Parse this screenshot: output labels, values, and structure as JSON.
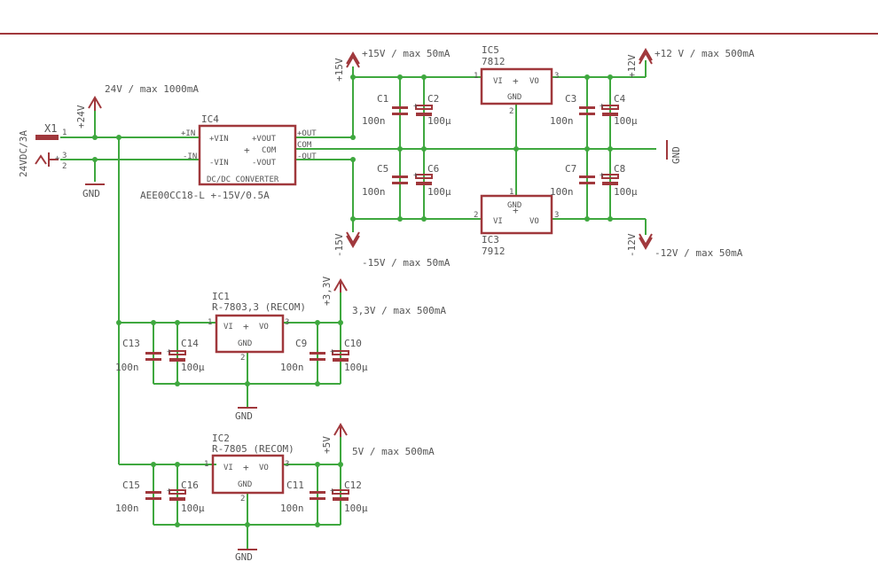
{
  "colors": {
    "component": "#a0383c",
    "wire": "#3fa83f",
    "text": "#555555"
  },
  "connector": {
    "name": "X1",
    "value": "24VDC/3A",
    "pins": [
      "1",
      "3",
      "2"
    ]
  },
  "supply_labels": {
    "p24": "+24V",
    "p24_desc": "24V / max 1000mA",
    "gnd_in": "GND",
    "p15": "+15V",
    "p15_desc": "+15V / max 50mA",
    "m15": "-15V",
    "m15_desc": "-15V / max 50mA",
    "p12": "+12V",
    "p12_desc": "+12 V / max 500mA",
    "m12": "-12V",
    "m12_desc": "-12V / max 50mA",
    "gnd_right": "GND",
    "p33": "+3,3V",
    "p33_desc": "3,3V / max 500mA",
    "gnd_33": "GND",
    "p5": "+5V",
    "p5_desc": "5V / max 500mA",
    "gnd_5": "GND"
  },
  "converter": {
    "name": "IC4",
    "value": "AEE00CC18-L +-15V/0.5A",
    "title": "DC/DC CONVERTER",
    "pins": {
      "pin_vin": "+VIN",
      "min_vin": "-VIN",
      "pvout": "+VOUT",
      "com": "COM",
      "mvout": "-VOUT",
      "net_pin": "+IN",
      "net_min": "-IN",
      "net_pout": "+OUT",
      "net_com": "COM",
      "net_mout": "-OUT",
      "plus": "+"
    }
  },
  "regulators": [
    {
      "id": "ic5",
      "name": "IC5",
      "value": "7812",
      "vi": "VI",
      "vo": "VO",
      "gnd": "GND",
      "plus": "+",
      "p1": "1",
      "p2": "2",
      "p3": "3"
    },
    {
      "id": "ic3",
      "name": "IC3",
      "value": "7912",
      "vi": "VI",
      "vo": "VO",
      "gnd": "GND",
      "plus": "+",
      "p1": "1",
      "p2": "2",
      "p3": "3"
    },
    {
      "id": "ic1",
      "name": "IC1",
      "value": "R-7803,3 (RECOM)",
      "vi": "VI",
      "vo": "VO",
      "gnd": "GND",
      "plus": "+",
      "p1": "1",
      "p2": "2",
      "p3": "3"
    },
    {
      "id": "ic2",
      "name": "IC2",
      "value": "R-7805 (RECOM)",
      "vi": "VI",
      "vo": "VO",
      "gnd": "GND",
      "plus": "+",
      "p1": "1",
      "p2": "2",
      "p3": "3"
    }
  ],
  "capacitors": [
    {
      "name": "C1",
      "value": "100n"
    },
    {
      "name": "C2",
      "value": "100µ"
    },
    {
      "name": "C3",
      "value": "100n"
    },
    {
      "name": "C4",
      "value": "100µ"
    },
    {
      "name": "C5",
      "value": "100n"
    },
    {
      "name": "C6",
      "value": "100µ"
    },
    {
      "name": "C7",
      "value": "100n"
    },
    {
      "name": "C8",
      "value": "100µ"
    },
    {
      "name": "C13",
      "value": "100n"
    },
    {
      "name": "C14",
      "value": "100µ"
    },
    {
      "name": "C9",
      "value": "100n"
    },
    {
      "name": "C10",
      "value": "100µ"
    },
    {
      "name": "C15",
      "value": "100n"
    },
    {
      "name": "C16",
      "value": "100µ"
    },
    {
      "name": "C11",
      "value": "100n"
    },
    {
      "name": "C12",
      "value": "100µ"
    }
  ]
}
